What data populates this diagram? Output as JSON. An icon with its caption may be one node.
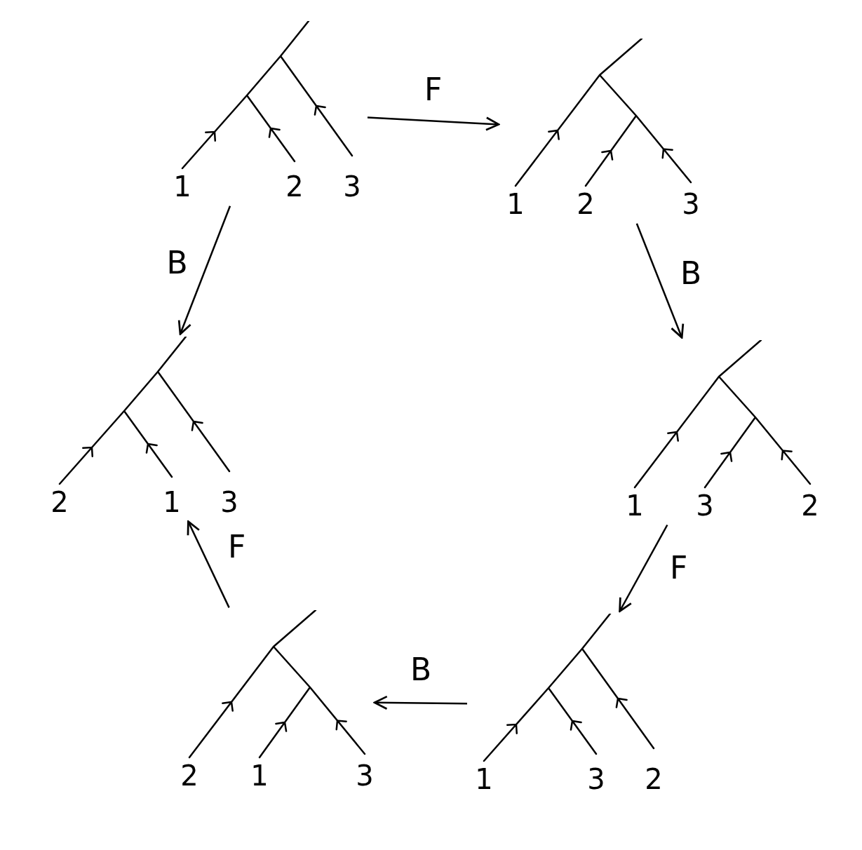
{
  "diagram": {
    "nodes": [
      {
        "text": [
          "1",
          "2",
          "3"
        ]
      },
      {
        "text": [
          "1",
          "2",
          "3"
        ]
      },
      {
        "text": [
          "2",
          "1",
          "3"
        ]
      },
      {
        "text": [
          "1",
          "3",
          "2"
        ]
      },
      {
        "text": [
          "2",
          "1",
          "3"
        ]
      },
      {
        "text": [
          "1",
          "3",
          "2"
        ]
      }
    ],
    "edges": [
      {
        "from": 0,
        "to": 1,
        "arrow": "to",
        "label": "F"
      },
      {
        "from": 0,
        "to": 2,
        "arrow": "to",
        "label": "B"
      },
      {
        "from": 1,
        "to": 3,
        "arrow": "to",
        "label": "B"
      },
      {
        "from": 3,
        "to": 5,
        "arrow": "to",
        "label": "F"
      },
      {
        "from": 5,
        "to": 4,
        "arrow": "to",
        "label": "B"
      },
      {
        "from": 4,
        "to": 2,
        "arrow": "to",
        "label": "F"
      }
    ]
  }
}
